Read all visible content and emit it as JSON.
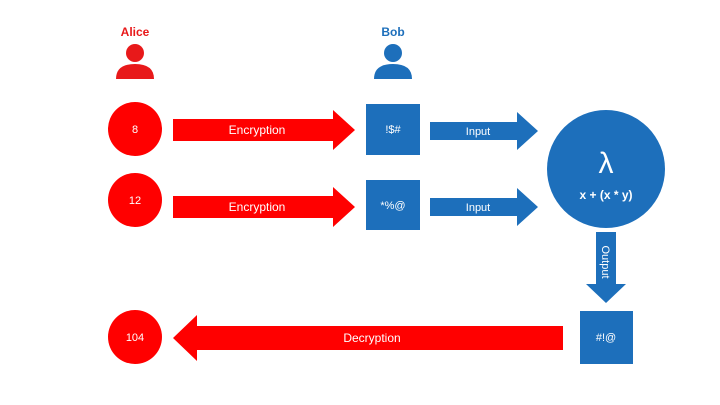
{
  "actors": {
    "alice": {
      "name": "Alice",
      "color": "#e8191a",
      "icon": "person-icon"
    },
    "bob": {
      "name": "Bob",
      "color": "#1d6fbb",
      "icon": "person-icon"
    }
  },
  "inputs": [
    {
      "plain": "8",
      "arrow_label": "Encryption",
      "cipher": "!$#",
      "input_label": "Input"
    },
    {
      "plain": "12",
      "arrow_label": "Encryption",
      "cipher": "*%@",
      "input_label": "Input"
    }
  ],
  "function": {
    "symbol": "λ",
    "expression": "x + (x * y)"
  },
  "output": {
    "label": "Output",
    "cipher": "#!@"
  },
  "result": {
    "arrow_label": "Decryption",
    "plain": "104"
  },
  "colors": {
    "red": "#ff0000",
    "blue": "#1d6fbb",
    "text": "#ffffff"
  }
}
